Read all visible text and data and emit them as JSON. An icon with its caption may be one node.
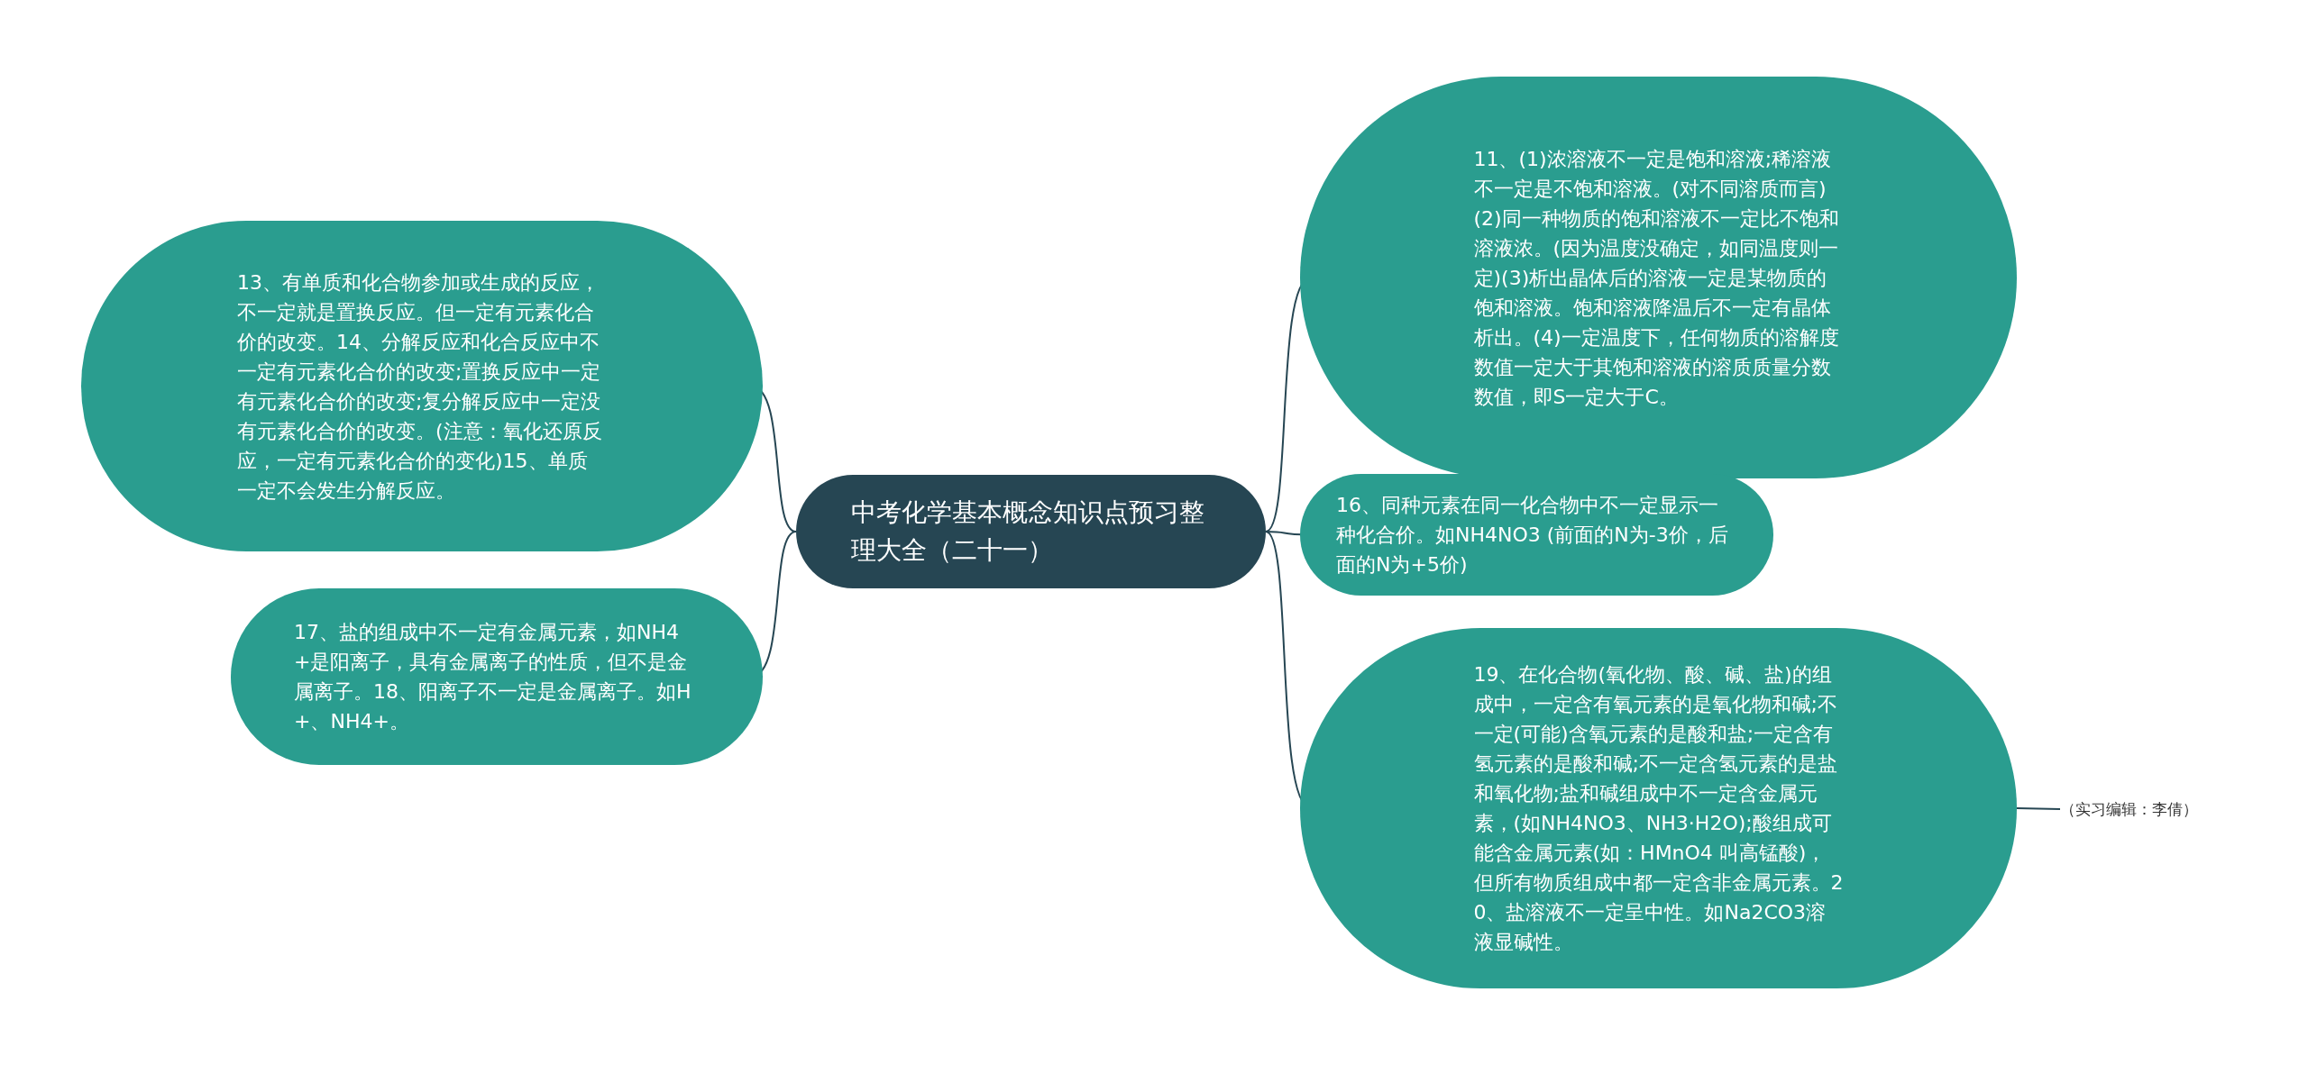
{
  "diagram": {
    "nodes": [
      {
        "text": [
          "中考化学基本概念知识点预习整理大全（二十一）"
        ]
      },
      {
        "text": [
          "13、有单质和化合物参加或生成的反应，不一定就是置换反应。但一定有元素化合价的改变。14、分解反应和化合反应中不一定有元素化合价的改变;置换反应中一定有元素化合价的改变;复分解反应中一定没有元素化合价的改变。(注意：氧化还原反应，一定有元素化合价的变化)15、单质一定不会发生分解反应。"
        ]
      },
      {
        "text": [
          "17、盐的组成中不一定有金属元素，如NH4+是阳离子，具有金属离子的性质，但不是金属离子。18、阳离子不一定是金属离子。如H+、NH4+。"
        ]
      },
      {
        "text": [
          "11、(1)浓溶液不一定是饱和溶液;稀溶液不一定是不饱和溶液。(对不同溶质而言)(2)同一种物质的饱和溶液不一定比不饱和溶液浓。(因为温度没确定，如同温度则一定)(3)析出晶体后的溶液一定是某物质的饱和溶液。饱和溶液降温后不一定有晶体析出。(4)一定温度下，任何物质的溶解度数值一定大于其饱和溶液的溶质质量分数数值，即S一定大于C。"
        ]
      },
      {
        "text": [
          "16、同种元素在同一化合物中不一定显示一种化合价。如NH4NO3 (前面的N为-3价，后面的N为+5价)"
        ]
      },
      {
        "text": [
          "19、在化合物(氧化物、酸、碱、盐)的组成中，一定含有氧元素的是氧化物和碱;不一定(可能)含氧元素的是酸和盐;一定含有氢元素的是酸和碱;不一定含氢元素的是盐和氧化物;盐和碱组成中不一定含金属元素，(如NH4NO3、NH3·H2O);酸组成可能含金属元素(如：HMnO4 叫高锰酸)，但所有物质组成中都一定含非金属元素。20、盐溶液不一定呈中性。如Na2CO3溶液显碱性。"
        ]
      },
      {
        "text": [
          "（实习编辑：李倩）"
        ]
      }
    ],
    "edges": [
      {
        "from": 0,
        "to": 1,
        "arrow": "none"
      },
      {
        "from": 0,
        "to": 2,
        "arrow": "none"
      },
      {
        "from": 0,
        "to": 3,
        "arrow": "none"
      },
      {
        "from": 0,
        "to": 4,
        "arrow": "none"
      },
      {
        "from": 0,
        "to": 5,
        "arrow": "none"
      },
      {
        "from": 5,
        "to": 6,
        "arrow": "none"
      }
    ]
  }
}
